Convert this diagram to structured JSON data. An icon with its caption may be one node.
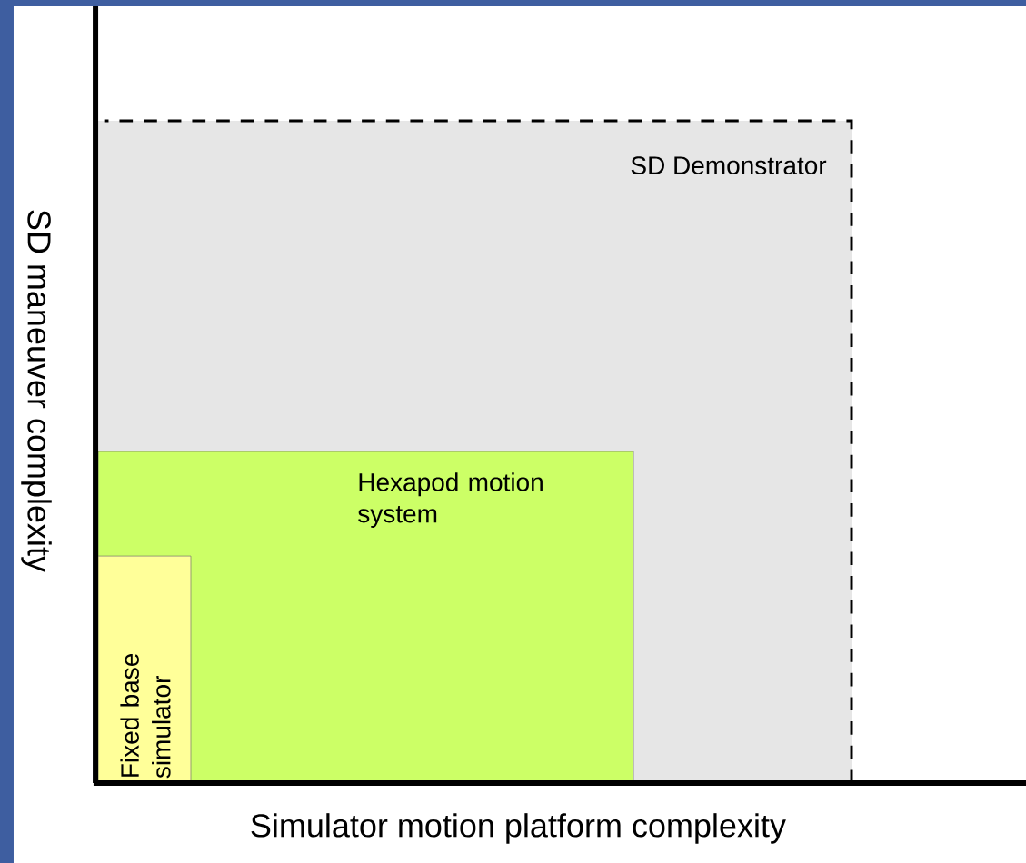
{
  "diagram": {
    "nodes": [
      {
        "text": [
          "SD Demonstrator"
        ]
      },
      {
        "text": [
          "Hexapod motion system"
        ],
        "in": 0
      },
      {
        "text": [
          "Fixed base simulator"
        ],
        "in": 1
      }
    ],
    "labels": [
      "SD maneuver complexity",
      "Simulator motion platform complexity"
    ]
  }
}
